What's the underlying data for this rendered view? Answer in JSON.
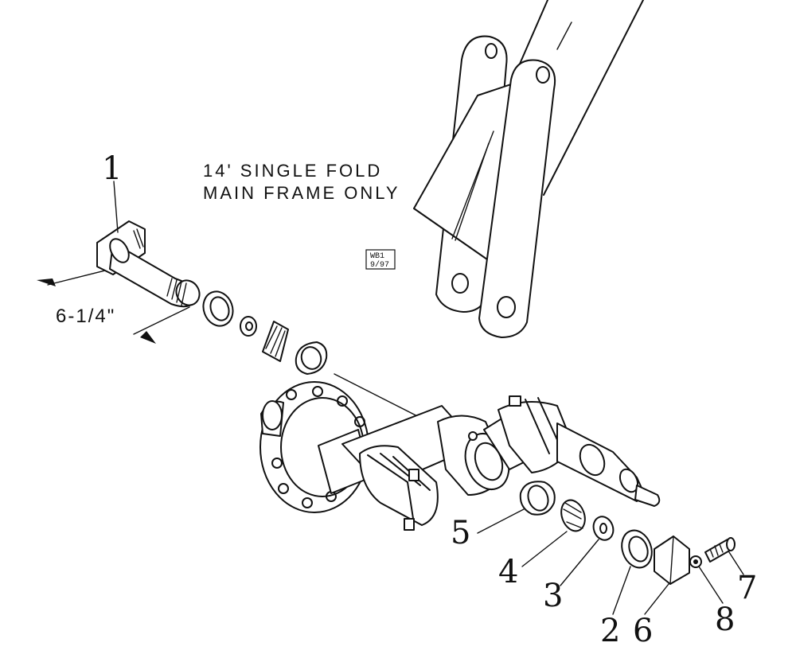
{
  "note": {
    "line1": "14' SINGLE FOLD",
    "line2": "MAIN FRAME ONLY"
  },
  "dimension": "6-1/4\"",
  "drawing_tag": {
    "line1": "WB1",
    "line2": "9/97"
  },
  "callouts": [
    {
      "id": "1",
      "label": "1"
    },
    {
      "id": "2",
      "label": "2"
    },
    {
      "id": "3",
      "label": "3"
    },
    {
      "id": "4",
      "label": "4"
    },
    {
      "id": "5",
      "label": "5"
    },
    {
      "id": "6",
      "label": "6"
    },
    {
      "id": "7",
      "label": "7"
    },
    {
      "id": "8",
      "label": "8"
    }
  ]
}
